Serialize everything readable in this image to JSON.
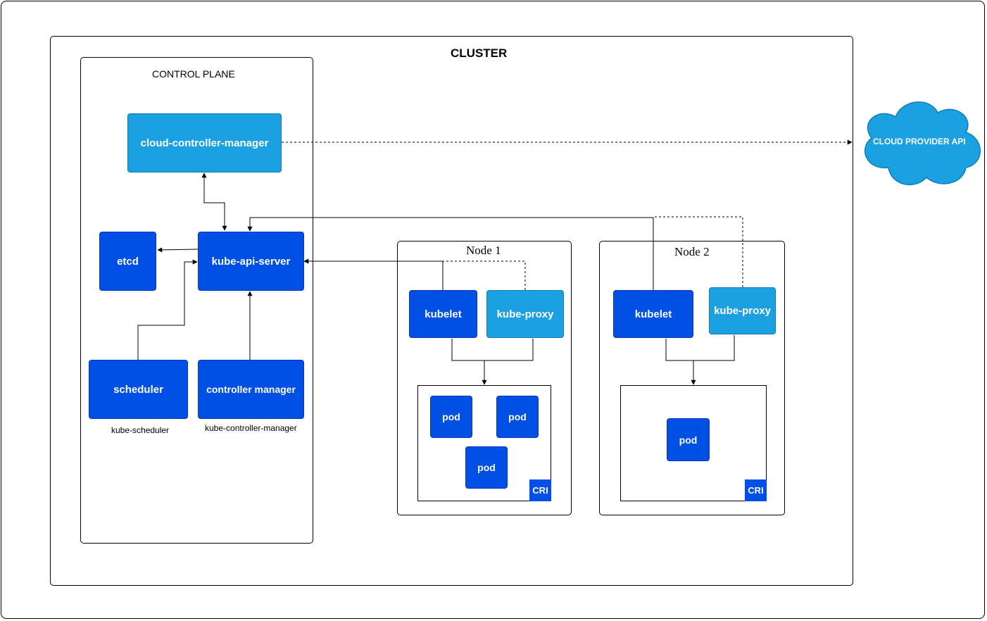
{
  "cluster": {
    "title": "CLUSTER",
    "control_plane": {
      "title": "CONTROL PLANE",
      "components": {
        "cloud_controller_manager": "cloud-controller-manager",
        "etcd": "etcd",
        "kube_api_server": "kube-api-server",
        "scheduler": "scheduler",
        "controller_manager": "controller manager"
      },
      "captions": {
        "scheduler": "kube-scheduler",
        "controller_manager": "kube-controller-manager"
      }
    },
    "nodes": [
      {
        "title": "Node 1",
        "kubelet": "kubelet",
        "kube_proxy": "kube-proxy",
        "pods": [
          "pod",
          "pod",
          "pod"
        ],
        "runtime": "CRI"
      },
      {
        "title": "Node 2",
        "kubelet": "kubelet",
        "kube_proxy": "kube-proxy",
        "pods": [
          "pod"
        ],
        "runtime": "CRI"
      }
    ]
  },
  "cloud_provider": {
    "label": "CLOUD PROVIDER API"
  },
  "colors": {
    "dark_component": "#0050e6",
    "light_component": "#1ba1e2",
    "outline": "#000000"
  }
}
